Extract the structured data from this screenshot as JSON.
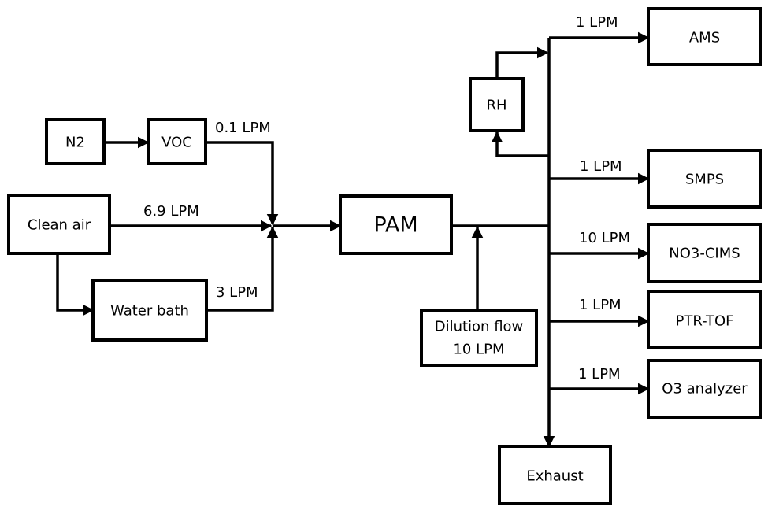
{
  "diagram": {
    "type": "flow-schematic",
    "nodes": {
      "n2": "N2",
      "voc": "VOC",
      "clean_air": "Clean air",
      "water_bath": "Water bath",
      "pam": "PAM",
      "dilution": [
        "Dilution flow",
        "10 LPM"
      ],
      "rh": "RH",
      "ams": "AMS",
      "smps": "SMPS",
      "no3_cims": "NO3-CIMS",
      "ptr_tof": "PTR-TOF",
      "o3_analyzer": "O3 analyzer",
      "exhaust": "Exhaust"
    },
    "flow_labels": {
      "voc_flow": "0.1 LPM",
      "clean_air_flow": "6.9 LPM",
      "water_bath_flow": "3 LPM",
      "ams_flow": "1 LPM",
      "smps_flow": "1 LPM",
      "no3_cims_flow": "10 LPM",
      "ptr_tof_flow": "1 LPM",
      "o3_flow": "1 LPM"
    },
    "edges": [
      {
        "from": "N2",
        "to": "VOC"
      },
      {
        "from": "VOC",
        "to": "PAM",
        "label": "0.1 LPM"
      },
      {
        "from": "Clean air",
        "to": "PAM",
        "label": "6.9 LPM"
      },
      {
        "from": "Clean air",
        "to": "Water bath"
      },
      {
        "from": "Water bath",
        "to": "PAM",
        "label": "3 LPM"
      },
      {
        "from": "Dilution flow",
        "to": "PAM outlet"
      },
      {
        "from": "PAM",
        "to": "sampling manifold"
      },
      {
        "from": "sampling manifold",
        "to": "RH"
      },
      {
        "from": "RH",
        "to": "sampling manifold"
      },
      {
        "from": "sampling manifold",
        "to": "AMS",
        "label": "1 LPM"
      },
      {
        "from": "sampling manifold",
        "to": "SMPS",
        "label": "1 LPM"
      },
      {
        "from": "sampling manifold",
        "to": "NO3-CIMS",
        "label": "10 LPM"
      },
      {
        "from": "sampling manifold",
        "to": "PTR-TOF",
        "label": "1 LPM"
      },
      {
        "from": "sampling manifold",
        "to": "O3 analyzer",
        "label": "1 LPM"
      },
      {
        "from": "sampling manifold",
        "to": "Exhaust"
      }
    ]
  }
}
